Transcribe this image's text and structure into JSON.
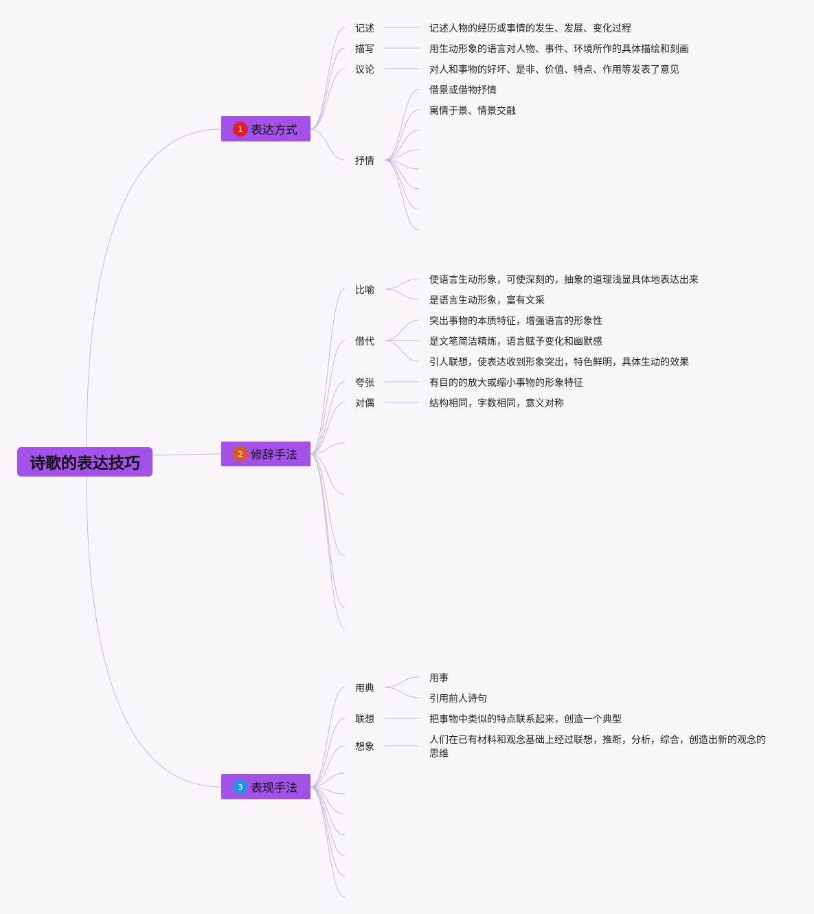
{
  "root": {
    "label": "诗歌的表达技巧",
    "color": "#a451ea"
  },
  "colors": {
    "branch_box": "#a451ea",
    "edge": "#c9b6e0",
    "background": "#f9f5fb"
  },
  "branches": [
    {
      "label": "表达方式",
      "badge": {
        "text": "1",
        "icon": "number-1-icon",
        "color": "#e02020"
      },
      "children": [
        {
          "label": "记述",
          "details": [
            "记述人物的经历或事情的发生、发展、变化过程"
          ]
        },
        {
          "label": "描写",
          "details": [
            "用生动形象的语言对人物、事件、环境所作的具体描绘和刻画"
          ]
        },
        {
          "label": "议论",
          "details": [
            "对人和事物的好坏、是非、价值、特点、作用等发表了意见"
          ]
        },
        {
          "label": "抒情",
          "details": [
            "借景或借物抒情",
            "寓情于景、情景交融",
            "",
            "",
            "",
            "",
            "",
            ""
          ]
        }
      ]
    },
    {
      "label": "修辞手法",
      "badge": {
        "text": "2",
        "icon": "number-2-icon",
        "color": "#e0581f"
      },
      "children": [
        {
          "label": "比喻",
          "details": [
            "使语言生动形象，可使深刻的，抽象的道理浅显具体地表达出来",
            "是语言生动形象，富有文采"
          ]
        },
        {
          "label": "借代",
          "details": [
            "突出事物的本质特征，增强语言的形象性",
            "是文笔简洁精炼，语言赋予变化和幽默感",
            "引人联想，使表达收到形象突出，特色鲜明，具体生动的效果"
          ]
        },
        {
          "label": "夸张",
          "details": [
            "有目的的放大或缩小事物的形象特征"
          ]
        },
        {
          "label": "对偶",
          "details": [
            "结构相同，字数相同，意义对称"
          ]
        },
        {
          "label": "",
          "details": []
        },
        {
          "label": "",
          "details": []
        },
        {
          "label": "",
          "details": []
        },
        {
          "label": "",
          "details": []
        },
        {
          "label": "",
          "details": []
        },
        {
          "label": "",
          "details": []
        }
      ]
    },
    {
      "label": "表现手法",
      "badge": {
        "text": "3",
        "icon": "number-3-icon",
        "color": "#2a8fe8"
      },
      "children": [
        {
          "label": "用典",
          "details": [
            "用事",
            "引用前人诗句"
          ]
        },
        {
          "label": "联想",
          "details": [
            "把事物中类似的特点联系起来，创造一个典型"
          ]
        },
        {
          "label": "想象",
          "details": [
            "人们在已有材料和观念基础上经过联想，推断，分析，综合，创造出新的观念的",
            "思维"
          ]
        },
        {
          "label": "",
          "details": []
        },
        {
          "label": "",
          "details": []
        },
        {
          "label": "",
          "details": []
        },
        {
          "label": "",
          "details": []
        },
        {
          "label": "",
          "details": []
        },
        {
          "label": "",
          "details": []
        },
        {
          "label": "",
          "details": []
        }
      ]
    }
  ]
}
